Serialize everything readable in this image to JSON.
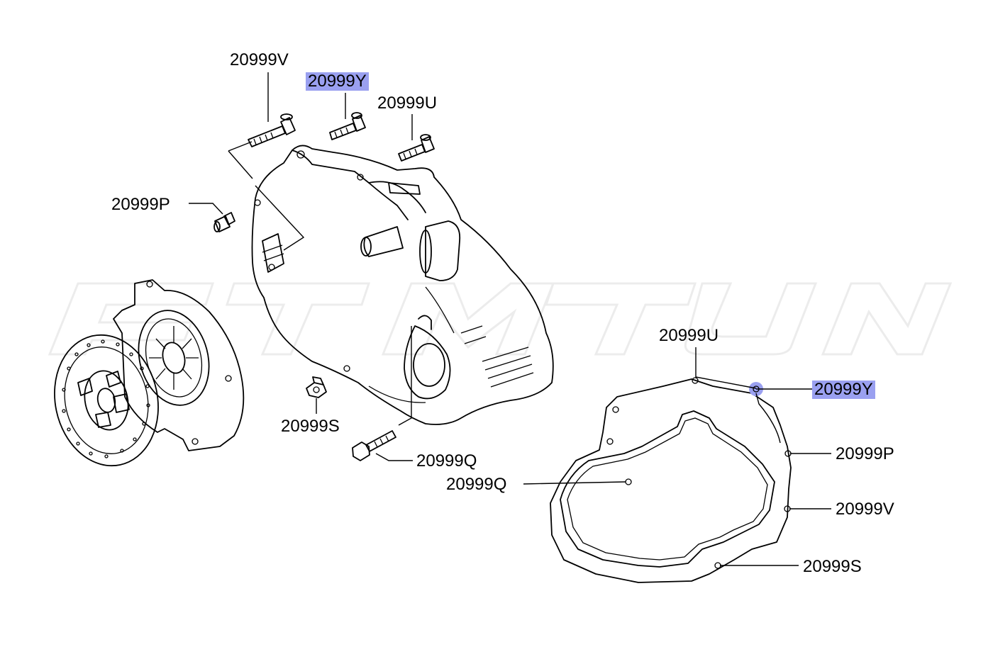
{
  "labels": {
    "v_top": "20999V",
    "y_top": "20999Y",
    "u_top": "20999U",
    "p_left": "20999P",
    "s_mid": "20999S",
    "q_mid": "20999Q",
    "u_right": "20999U",
    "y_right": "20999Y",
    "p_right": "20999P",
    "q_gasket": "20999Q",
    "v_right": "20999V",
    "s_right": "20999S"
  },
  "highlight_color": "#9aa0f0"
}
